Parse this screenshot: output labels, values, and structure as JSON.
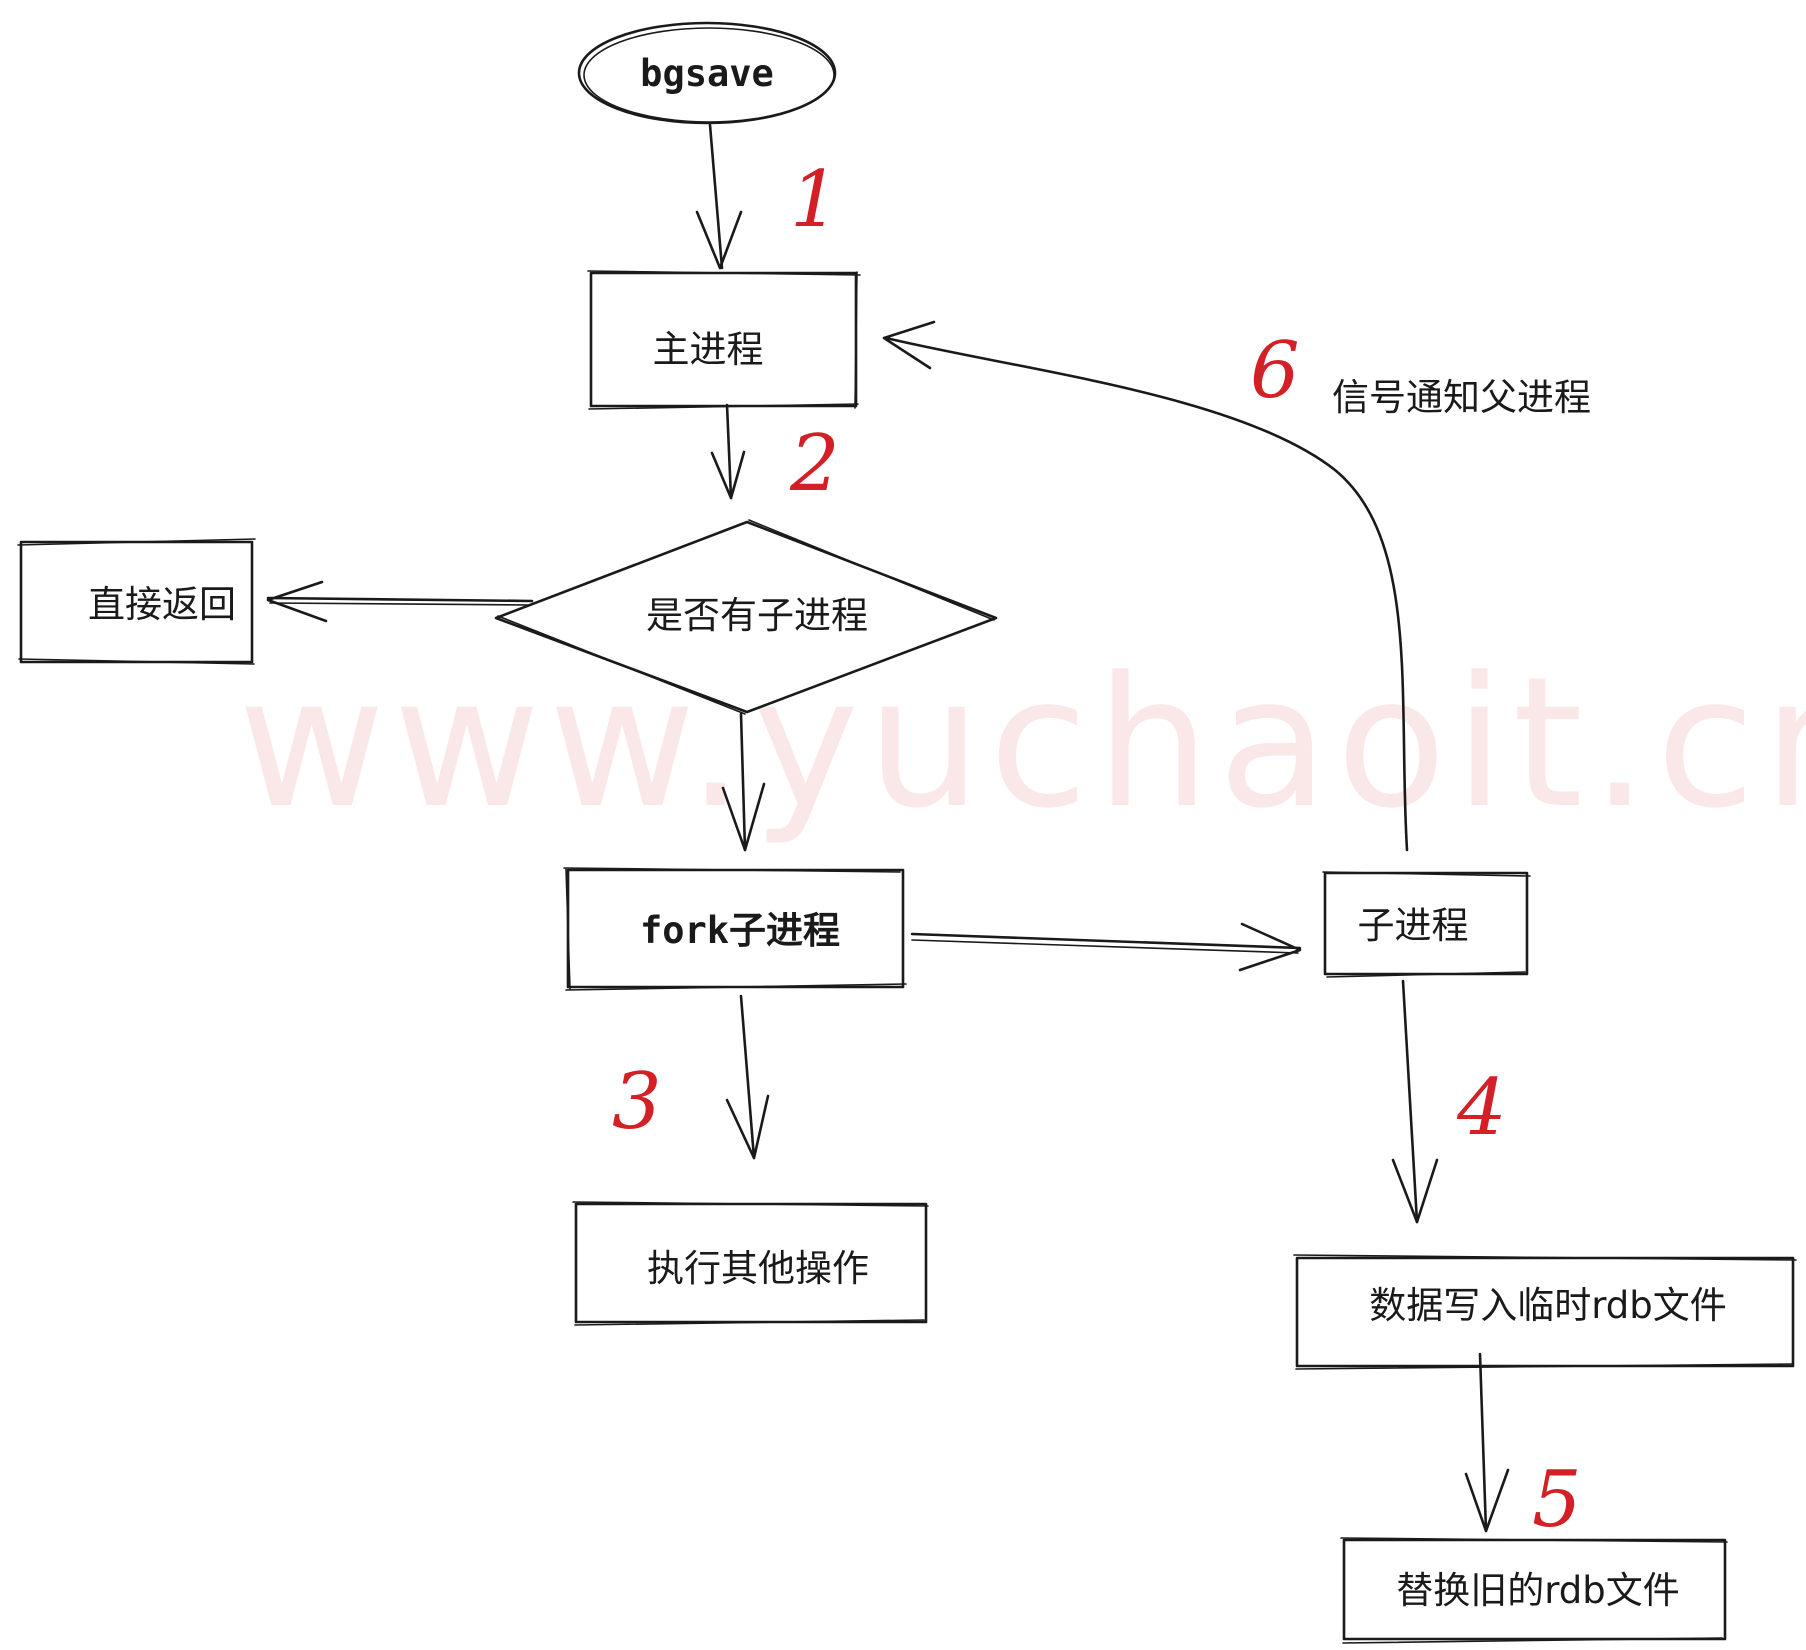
{
  "diagram": {
    "watermark": "www.yuchaoit.cn",
    "nodes": {
      "start": "bgsave",
      "main_process": "主进程",
      "decision": "是否有子进程",
      "return_direct": "直接返回",
      "fork": "fork子进程",
      "child": "子进程",
      "other_ops": "执行其他操作",
      "write_tmp": "数据写入临时rdb文件",
      "replace": "替换旧的rdb文件"
    },
    "steps": [
      "1",
      "2",
      "3",
      "4",
      "5",
      "6"
    ],
    "signal_note": "信号通知父进程",
    "colors": {
      "step_numbers": "#d32027",
      "watermark": "#f6d5d5",
      "stroke": "#1a1a1a"
    }
  }
}
